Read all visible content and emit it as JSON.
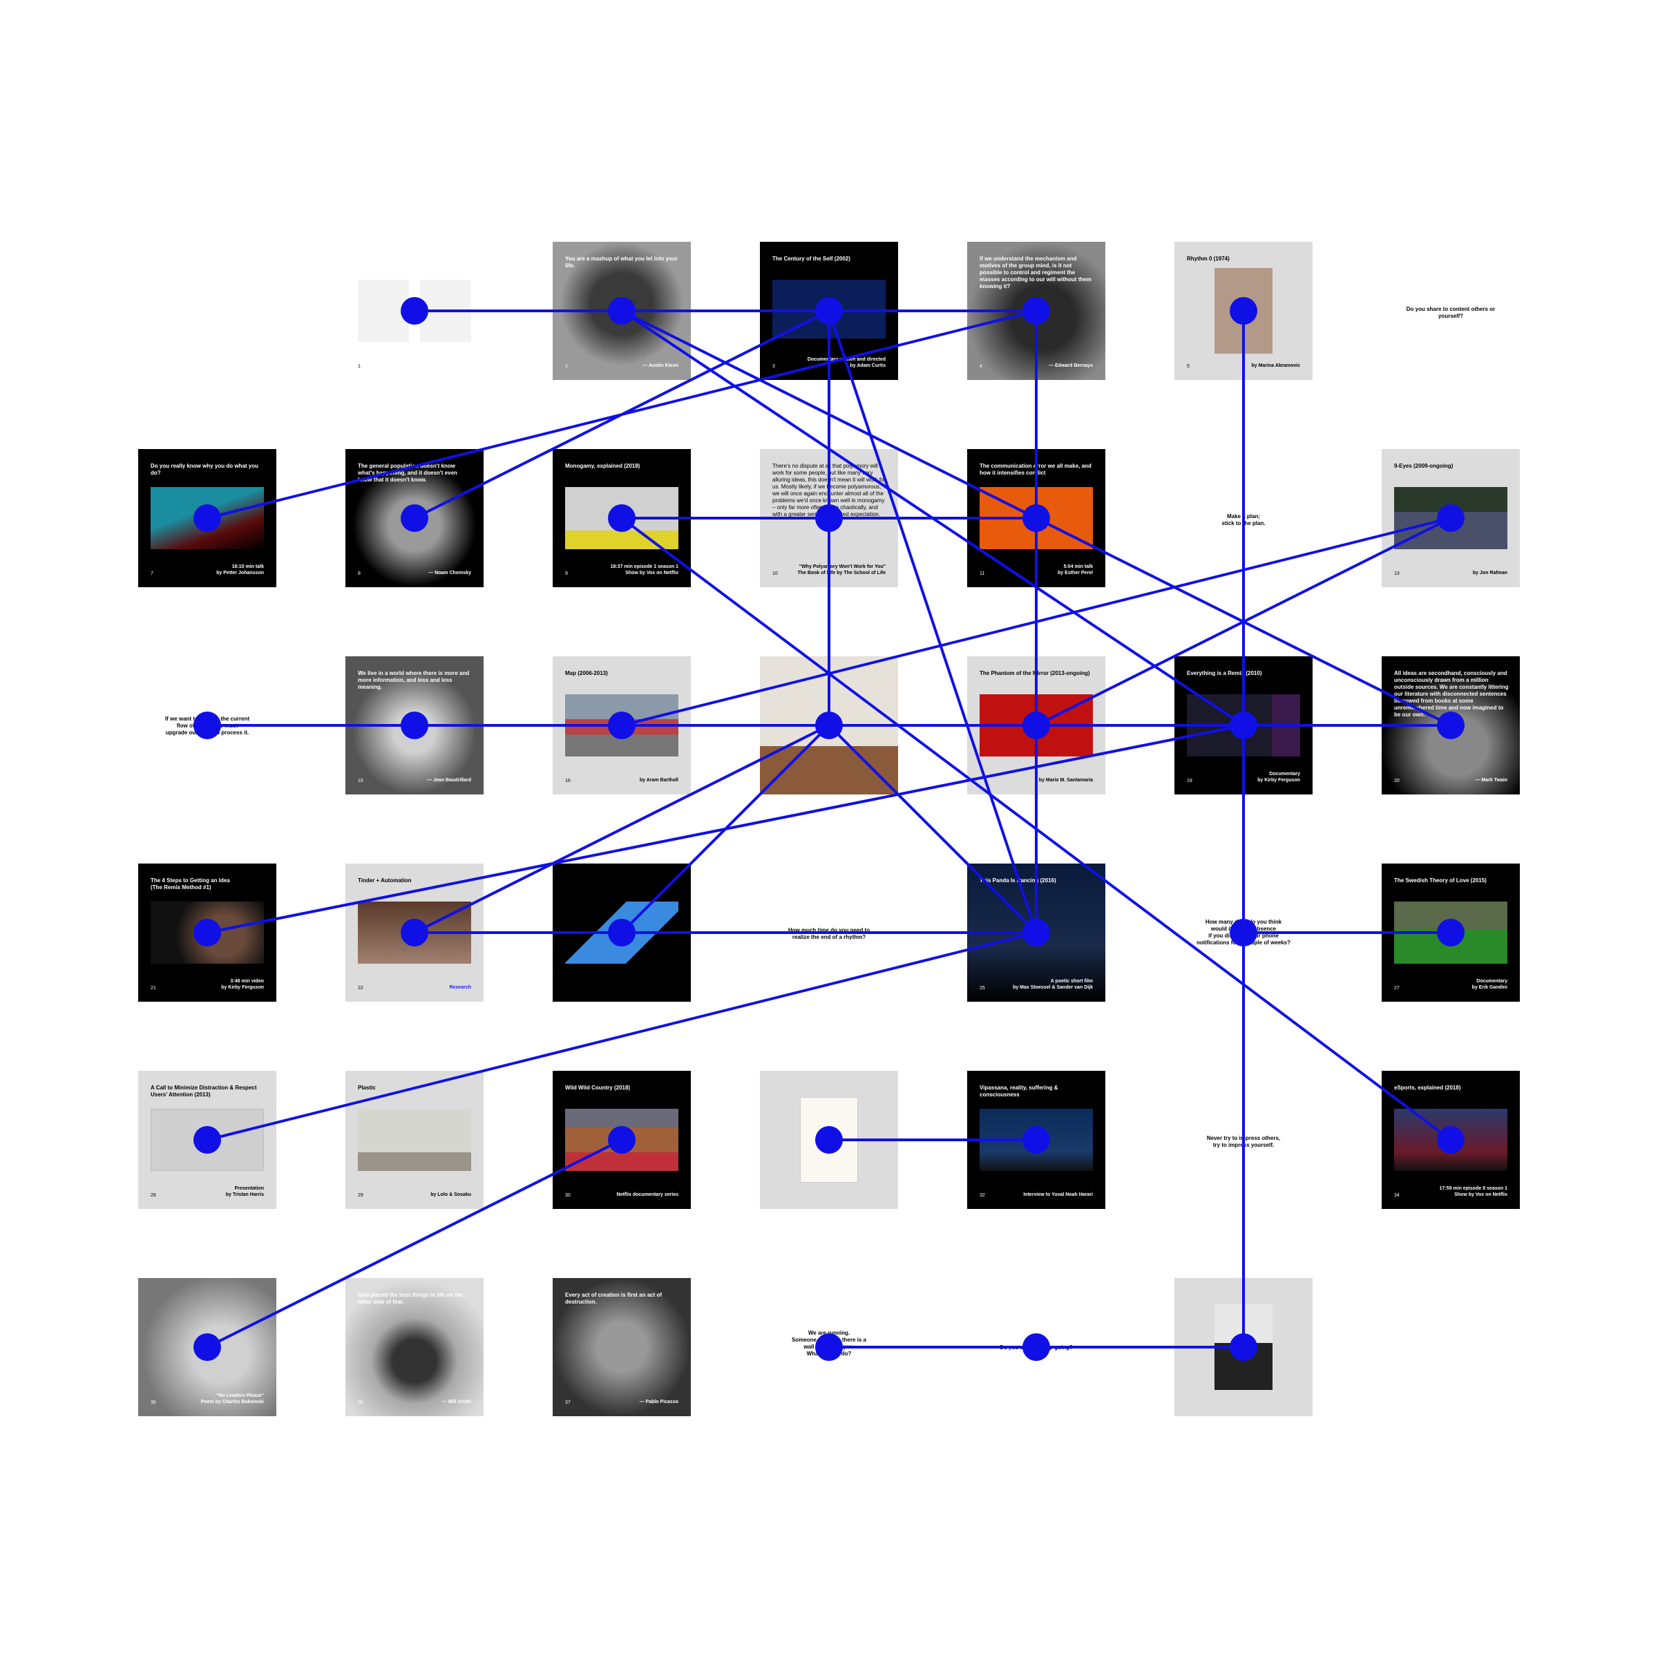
{
  "accent_color": "#1010e6",
  "cards": [
    {
      "id": "1",
      "style": "light",
      "title": "",
      "num": "1",
      "credit": "",
      "thumb": "phone-screenshots"
    },
    {
      "id": "2",
      "style": "photo",
      "title": "You are a mashup of what you let into your life.",
      "num": "2",
      "credit": "— Austin Kleon",
      "thumb": "portrait"
    },
    {
      "id": "3",
      "style": "dark",
      "title": "The Century of the Self (2002)",
      "num": "3",
      "credit": "Documentary written and directed\nby Adam Curtis",
      "thumb": "blue-title"
    },
    {
      "id": "4",
      "style": "photo",
      "title": "If we understand the mechanism and motives of the group mind, is it not possible to control and regiment the masses according to our will without them knowing it?",
      "num": "4",
      "credit": "— Edward Bernays",
      "thumb": "portrait"
    },
    {
      "id": "5",
      "style": "light",
      "title": "Rhythm 0 (1974)",
      "num": "5",
      "credit": "by Marina Abramovic",
      "thumb": "photo"
    },
    {
      "id": "7",
      "style": "dark",
      "title": "Do you really know why you do what you do?",
      "num": "7",
      "credit": "16:10 min talk\nby Petter Johansson",
      "thumb": "stage"
    },
    {
      "id": "8",
      "style": "dark",
      "title": "The general population doesn't know what's happening, and it doesn't even know that it doesn't know.",
      "num": "8",
      "credit": "— Noam Chomsky",
      "thumb": "portrait"
    },
    {
      "id": "9",
      "style": "dark",
      "title": "Monogamy, explained (2018)",
      "num": "9",
      "credit": "18:37 min episode 1 season 1\nShow by Vox on Netflix",
      "thumb": "netflix"
    },
    {
      "id": "10",
      "style": "light",
      "title": "There's no dispute at all that polyamory will work for some people, but like many very alluring ideas, this doesn't mean it will work for us. Mostly likely, if we become polyamorous, we will once again encounter almost all of the problems we'd once known well in monogamy – only far more often, more chaotically, and with a greater sense of violated expectation.",
      "num": "10",
      "credit": "\"Why Polyamory Won't Work for You\"\nThe Book of Life by The School of Life",
      "thumb": ""
    },
    {
      "id": "11",
      "style": "dark",
      "title": "The communication error we all make, and how it intensifies conflict",
      "num": "11",
      "credit": "5:04 min talk\nby Esther Perel",
      "thumb": "orange"
    },
    {
      "id": "13",
      "style": "light",
      "title": "9-Eyes (2009-ongoing)",
      "num": "13",
      "credit": "by Jon Rafman",
      "thumb": "road"
    },
    {
      "id": "15",
      "style": "photo",
      "title": "We live in a world where there is more and more information, and less and less meaning.",
      "num": "15",
      "credit": "— Jean Baudrillard",
      "thumb": "portrait"
    },
    {
      "id": "16",
      "style": "light",
      "title": "Map (2006-2013)",
      "num": "16",
      "credit": "by Aram Bartholl",
      "thumb": "street"
    },
    {
      "id": "17",
      "style": "light",
      "title": "",
      "num": "",
      "credit": "",
      "thumb": "room"
    },
    {
      "id": "18",
      "style": "light",
      "title": "The Phantom of the Mirror (2013-ongoing)",
      "num": "",
      "credit": "by Mario M. Santamaria",
      "thumb": "red"
    },
    {
      "id": "19",
      "style": "dark",
      "title": "Everything is a Remix (2010)",
      "num": "19",
      "credit": "Documentary\nby Kirby Ferguson",
      "thumb": "remix"
    },
    {
      "id": "20",
      "style": "dark",
      "title": "All ideas are secondhand, consciously and unconsciously drawn from a million outside sources. We are constantly littering our literature with disconnected sentences borrowed from books at some unremembered time and now imagined to be our own.",
      "num": "20",
      "credit": "— Mark Twain",
      "thumb": "portrait"
    },
    {
      "id": "21",
      "style": "dark",
      "title": "The 4 Steps to Getting an Idea\n(The Remix Method #1)",
      "num": "21",
      "credit": "3:48 min video\nby Kirby Ferguson",
      "thumb": "video"
    },
    {
      "id": "22",
      "style": "light",
      "title": "Tinder + Automation",
      "num": "22",
      "credit": "Research",
      "credit_blue": true,
      "thumb": "desk"
    },
    {
      "id": "23",
      "style": "dark",
      "title": "",
      "num": "",
      "credit": "",
      "thumb": "ipad"
    },
    {
      "id": "25",
      "style": "dark",
      "title": "This Panda Is Dancing (2016)",
      "num": "25",
      "credit": "A poetic short film\nby Max Stoessel & Sander van Dijk",
      "thumb": "night"
    },
    {
      "id": "27",
      "style": "dark",
      "title": "The Swedish Theory of Love (2015)",
      "num": "27",
      "credit": "Documentary\nby Erik Gandini",
      "thumb": "green"
    },
    {
      "id": "28",
      "style": "light",
      "title": "A Call to Minimize Distraction & Respect Users' Attention (2013)",
      "num": "28",
      "credit": "Presentation\nby Tristan Harris",
      "thumb": "google"
    },
    {
      "id": "29",
      "style": "light",
      "title": "Plastic",
      "num": "29",
      "credit": "by Lolo & Sosaku",
      "thumb": "building"
    },
    {
      "id": "30",
      "style": "dark",
      "title": "Wild Wild Country (2018)",
      "num": "30",
      "credit": "Netflix documentary series",
      "thumb": "crowd"
    },
    {
      "id": "31",
      "style": "light",
      "title": "",
      "num": "",
      "credit": "",
      "thumb": "book"
    },
    {
      "id": "32",
      "style": "dark",
      "title": "Vipassana, reality, suffering & consciousness",
      "num": "32",
      "credit": "Interview to Yuval Noah Harari",
      "thumb": "stage"
    },
    {
      "id": "34",
      "style": "dark",
      "title": "eSports, explained (2018)",
      "num": "34",
      "credit": "17:59 min episode 8 season 1\nShow by Vox on Netflix",
      "thumb": "arena"
    },
    {
      "id": "35",
      "style": "photo",
      "title": "",
      "num": "35",
      "credit": "\"No Leaders Please\"\nPoem by Charles Bukowski",
      "thumb": "portrait"
    },
    {
      "id": "36",
      "style": "photo",
      "title": "God placed the best things in life on the other side of fear.",
      "num": "36",
      "credit": "— Will Smith",
      "thumb": "portrait"
    },
    {
      "id": "37",
      "style": "photo",
      "title": "Every act of creation is first an act of destruction.",
      "num": "37",
      "credit": "— Pablo Picasso",
      "thumb": "portrait"
    },
    {
      "id": "40",
      "style": "light",
      "title": "",
      "num": "",
      "credit": "",
      "thumb": "walls"
    }
  ],
  "texts": [
    {
      "id": "t6",
      "text": "Do you share to content others or\nyourself?"
    },
    {
      "id": "t12",
      "text": "Make a plan;\nstick to the plan."
    },
    {
      "id": "t14",
      "text": "If we want to change the current\nflow of things, we must\nupgrade our ways to process it."
    },
    {
      "id": "t24",
      "text": "How much time do you need to\nrealize the end of a rhythm?"
    },
    {
      "id": "t26",
      "text": "How many days do you think\nwould it take an absence\nif you disabled your phone\nnotifications for a couple of weeks?"
    },
    {
      "id": "t33",
      "text": "Never try to impress others,\ntry to impress yourself."
    },
    {
      "id": "t38",
      "text": "We are running.\nSomeone tells you there is a\nwall in front of you.\nWhat do you do?"
    },
    {
      "id": "t39",
      "text": "Do you stop or keep going?"
    }
  ]
}
